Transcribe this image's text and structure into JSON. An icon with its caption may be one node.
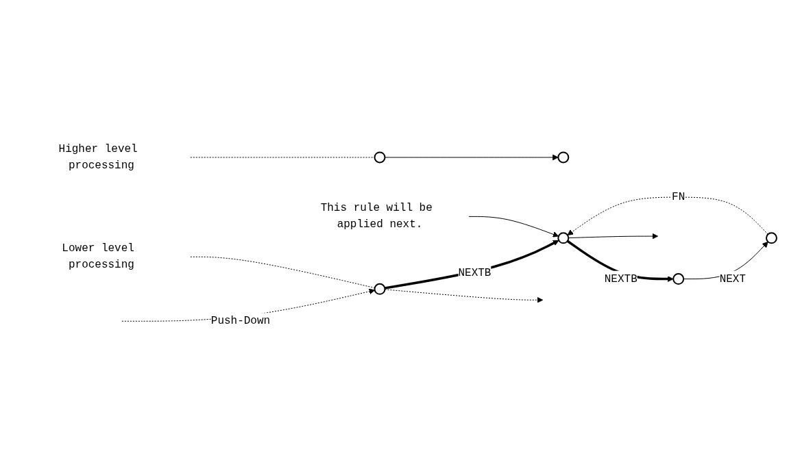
{
  "diagram": {
    "nodes": [
      {
        "text": [
          "Higher level processing"
        ]
      },
      {
        "text": [],
        "shape": "circle"
      },
      {
        "text": [],
        "shape": "circle"
      },
      {
        "text": [
          "Lower level processing"
        ]
      },
      {
        "text": [],
        "shape": "circle"
      },
      {
        "text": [],
        "shape": "circle"
      },
      {
        "text": [],
        "shape": "circle"
      },
      {
        "text": [],
        "shape": "circle"
      },
      {
        "text": [
          "This rule will be applied next."
        ]
      }
    ],
    "edges": [
      {
        "from": 0,
        "to": 1,
        "arrow": "none",
        "style": "dashed"
      },
      {
        "from": 1,
        "to": 2,
        "arrow": "to"
      },
      {
        "from": null,
        "to": 4,
        "arrow": "to",
        "label": "Push-Down",
        "style": "dashed"
      },
      {
        "from": 3,
        "to": 4,
        "arrow": "none",
        "style": "dashed"
      },
      {
        "from": 4,
        "to": 5,
        "arrow": "to",
        "label": "NEXTB",
        "style": "thick"
      },
      {
        "from": 5,
        "to": 6,
        "arrow": "to",
        "label": "NEXTB",
        "style": "thick"
      },
      {
        "from": 6,
        "to": 7,
        "arrow": "to",
        "label": "NEXT"
      },
      {
        "from": 7,
        "to": 5,
        "arrow": "to",
        "label": "FN",
        "style": "dashed"
      },
      {
        "from": 4,
        "to": null,
        "arrow": "to",
        "style": "dashed"
      },
      {
        "from": 5,
        "to": null,
        "arrow": "to"
      },
      {
        "from": 8,
        "to": 5,
        "arrow": "to"
      }
    ]
  }
}
